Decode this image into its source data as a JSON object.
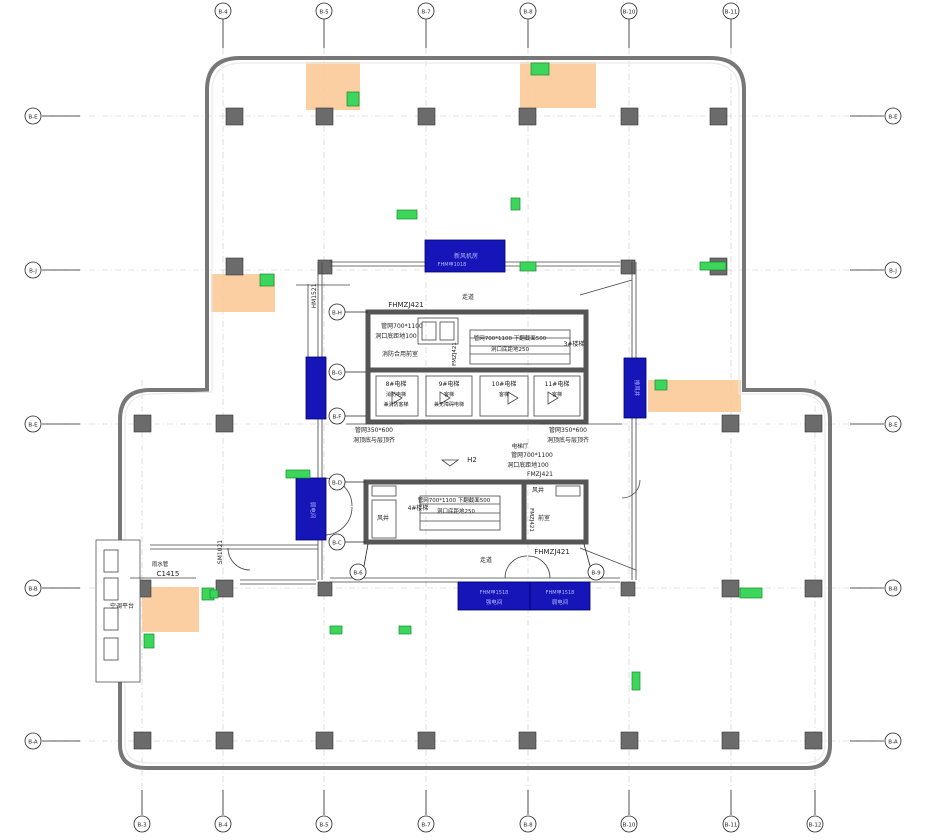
{
  "drawing": {
    "top_axes": [
      "B-4",
      "B-5",
      "B-7",
      "B-8",
      "B-10",
      "B-11"
    ],
    "bottom_axes": [
      "B-3",
      "B-4",
      "B-5",
      "B-7",
      "B-8",
      "B-10",
      "B-11",
      "B-12"
    ],
    "left_axes": [
      "B-E",
      "B-J",
      "B-E",
      "B-B",
      "B-A"
    ],
    "right_axes": [
      "B-E",
      "B-J",
      "B-E",
      "B-B",
      "B-A"
    ],
    "core_axes": [
      "B-H",
      "B-G",
      "B-F",
      "B-D",
      "B-C",
      "B-6",
      "B-9"
    ]
  },
  "labels": {
    "corridor_top": "走道",
    "corridor_bottom": "走道",
    "door_top": "FHMZJ421",
    "door_bottom": "FHMZJ421",
    "door_hm": "HM1521",
    "door_fm": "FMZJ421",
    "door_sm": "SM1021",
    "valve_left": "管网700*1100",
    "valve_left_note": "洞口底距地100",
    "valve_mid": "管网700*1100 下翻截面500",
    "valve_mid_note": "洞口底距地250",
    "valve_right_bottom": "管网700*1100",
    "valve_right_bottom_note": "洞口底距地100",
    "valve_core_bottom": "管网700*1100 下翻截面500",
    "valve_core_bottom_note": "洞口底距地250",
    "valve_side_left": "管网350*600",
    "valve_side_left_note": "洞顶底与层顶齐",
    "valve_side_right": "管网350*600",
    "valve_side_right_note": "洞顶底与层顶齐",
    "fire_room": "消防合用前室",
    "stair_a": "3#楼梯",
    "stair_b": "4#楼梯",
    "lift_8": "8#电梯",
    "lift_8_sub": "消防电梯",
    "lift_8_sub2": "兼消防客梯",
    "lift_9": "9#电梯",
    "lift_9_sub": "客梯",
    "lift_9_sub2": "兼无障碍电梯",
    "lift_10": "10#电梯",
    "lift_10_sub": "客梯",
    "lift_11": "11#电梯",
    "lift_11_sub": "客梯",
    "lift_lobby": "电梯厅",
    "elev_mark": "H2",
    "front_room": "前室",
    "shaft_a": "风井",
    "shaft_b": "风井",
    "water_pipe": "雨水管",
    "window": "C1415",
    "ac_platform": "空调平台",
    "equip_left": "弱电间",
    "equip_top": "新风机房",
    "equip_right": "排风井",
    "equip_bottom_a": "强电间",
    "equip_bottom_b": "弱电间",
    "shaft_tag_a": "FHM甲1518",
    "shaft_tag_b": "FHM甲1518",
    "shaft_tag_top": "FHM甲1018"
  },
  "colors": {
    "equipment_room": "#1515b8",
    "highlight_area": "#fbc793",
    "fixture": "#3dd65c",
    "column": "#6b6b6b"
  }
}
